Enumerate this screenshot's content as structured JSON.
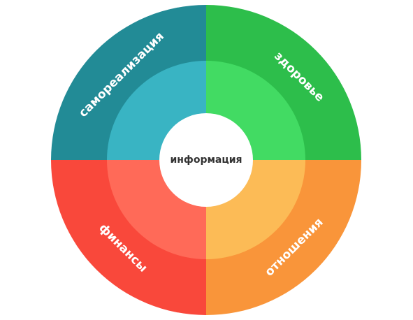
{
  "center": {
    "label": "информация",
    "color": "#ffffff",
    "text_color": "#333333"
  },
  "segments": [
    {
      "id": "top-left",
      "label": "самореализация",
      "outer_color": "#228B96",
      "inner_color": "#39B4C3"
    },
    {
      "id": "top-right",
      "label": "здоровье",
      "outer_color": "#2DBE4B",
      "inner_color": "#42DB63"
    },
    {
      "id": "bottom-right",
      "label": "отношения",
      "outer_color": "#F9953A",
      "inner_color": "#FCBB56"
    },
    {
      "id": "bottom-left",
      "label": "финансы",
      "outer_color": "#F9483B",
      "inner_color": "#FF6A58"
    }
  ]
}
